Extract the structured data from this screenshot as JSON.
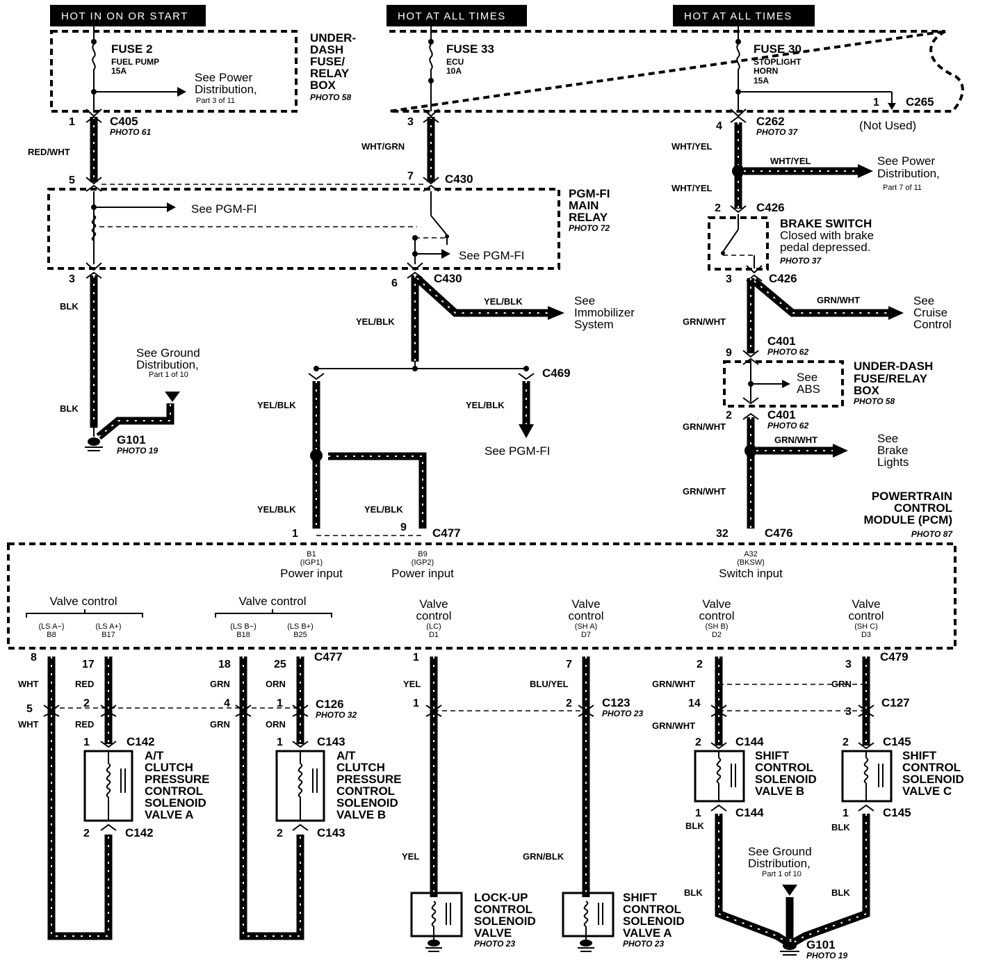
{
  "headers": [
    "HOT IN ON OR START",
    "HOT AT ALL TIMES",
    "HOT AT ALL TIMES"
  ],
  "fuses": [
    {
      "name": "FUSE 2",
      "circuit": "FUEL PUMP",
      "rating": "15A"
    },
    {
      "name": "FUSE 33",
      "circuit": "ECU",
      "rating": "10A"
    },
    {
      "name": "FUSE 30",
      "circuit": "STOPLIGHT",
      "circuit2": "HORN",
      "rating": "15A"
    }
  ],
  "underdash_box": {
    "l1": "UNDER-",
    "l2": "DASH",
    "l3": "FUSE/",
    "l4": "RELAY",
    "l5": "BOX",
    "photo": "PHOTO 58"
  },
  "see_power_1": {
    "l1": "See Power",
    "l2": "Distribution,",
    "l3": "Part 3 of 11"
  },
  "see_power_2": {
    "l1": "See Power",
    "l2": "Distribution,",
    "l3": "Part 7 of 11"
  },
  "c265": {
    "pin": "1",
    "name": "C265",
    "note": "(Not Used)"
  },
  "connectors": {
    "c405": {
      "name": "C405",
      "photo": "PHOTO 61",
      "pin_top": "1",
      "pin_bot": "5"
    },
    "c430": {
      "name": "C430",
      "pin_a": "3",
      "pin_b": "7",
      "pin_c": "3",
      "pin_d": "6"
    },
    "c262": {
      "name": "C262",
      "photo": "PHOTO 37",
      "pin": "4"
    },
    "c426": {
      "name": "C426",
      "pin_top": "2",
      "pin_bot": "3"
    },
    "c401": {
      "name": "C401",
      "photo": "PHOTO 62",
      "pin_top": "9",
      "pin_bot": "2"
    },
    "c469": {
      "name": "C469"
    },
    "c477": {
      "name": "C477",
      "pin_b1": "1",
      "pin_b9": "9"
    },
    "c476": {
      "name": "C476",
      "pin": "32"
    },
    "g101a": {
      "name": "G101",
      "photo": "PHOTO 19"
    },
    "g101b": {
      "name": "G101",
      "photo": "PHOTO 19"
    }
  },
  "wires": {
    "red_wht": "RED/WHT",
    "wht_grn": "WHT/GRN",
    "wht_yel": "WHT/YEL",
    "blk": "BLK",
    "yel_blk": "YEL/BLK",
    "grn_wht": "GRN/WHT",
    "wht": "WHT",
    "red": "RED",
    "grn": "GRN",
    "orn": "ORN",
    "yel": "YEL",
    "blu_yel": "BLU/YEL",
    "grn_blk": "GRN/BLK"
  },
  "pgmfi_relay": {
    "l1": "PGM-FI",
    "l2": "MAIN",
    "l3": "RELAY",
    "photo": "PHOTO 72"
  },
  "see_pgmfi": "See PGM-FI",
  "brake_switch": {
    "title": "BRAKE SWITCH",
    "l1": "Closed with brake",
    "l2": "pedal depressed.",
    "photo": "PHOTO 37"
  },
  "see_immobilizer": {
    "l1": "See",
    "l2": "Immobilizer",
    "l3": "System"
  },
  "see_cruise": {
    "l1": "See",
    "l2": "Cruise",
    "l3": "Control"
  },
  "see_ground": {
    "l1": "See Ground",
    "l2": "Distribution,",
    "l3": "Part 1 of 10"
  },
  "underdash_box2": {
    "l1": "UNDER-DASH",
    "l2": "FUSE/RELAY",
    "l3": "BOX",
    "photo": "PHOTO 58"
  },
  "see_abs": {
    "l1": "See",
    "l2": "ABS"
  },
  "see_brake_lights": {
    "l1": "See",
    "l2": "Brake",
    "l3": "Lights"
  },
  "pcm": {
    "l1": "POWERTRAIN",
    "l2": "CONTROL",
    "l3": "MODULE (PCM)",
    "photo": "PHOTO 87"
  },
  "pcm_inputs": [
    {
      "term": "B1",
      "sig": "(IGP1)",
      "label": "Power input"
    },
    {
      "term": "B9",
      "sig": "(IGP2)",
      "label": "Power input"
    },
    {
      "term": "A32",
      "sig": "(BKSW)",
      "label": "Switch input"
    }
  ],
  "valve_control": "Valve control",
  "valve_word": "Valve",
  "control_word": "control",
  "pcm_outputs": [
    {
      "sig": "(LS A−)",
      "term": "B8"
    },
    {
      "sig": "(LS A+)",
      "term": "B17"
    },
    {
      "sig": "(LS B−)",
      "term": "B18"
    },
    {
      "sig": "(LS B+)",
      "term": "B25"
    },
    {
      "sig": "(LC)",
      "term": "D1"
    },
    {
      "sig": "(SH A)",
      "term": "D7"
    },
    {
      "sig": "(SH B)",
      "term": "D2"
    },
    {
      "sig": "(SH C)",
      "term": "D3"
    }
  ],
  "lower_connectors": {
    "c477": "C477",
    "c126": "C126",
    "c126_photo": "PHOTO 32",
    "c142": "C142",
    "c143": "C143",
    "c123": "C123",
    "c123_photo": "PHOTO 23",
    "c479": "C479",
    "c127": "C127",
    "c144": "C144",
    "c145": "C145"
  },
  "pins": {
    "p8": "8",
    "p17": "17",
    "p18": "18",
    "p25": "25",
    "p1": "1",
    "p7": "7",
    "p2": "2",
    "p3": "3",
    "p5": "5",
    "p4": "4",
    "p14": "14"
  },
  "solenoids": {
    "clutch_a": {
      "l1": "A/T",
      "l2": "CLUTCH",
      "l3": "PRESSURE",
      "l4": "CONTROL",
      "l5": "SOLENOID",
      "l6": "VALVE A"
    },
    "clutch_b": {
      "l1": "A/T",
      "l2": "CLUTCH",
      "l3": "PRESSURE",
      "l4": "CONTROL",
      "l5": "SOLENOID",
      "l6": "VALVE B"
    },
    "shift_b": {
      "l1": "SHIFT",
      "l2": "CONTROL",
      "l3": "SOLENOID",
      "l4": "VALVE B"
    },
    "shift_c": {
      "l1": "SHIFT",
      "l2": "CONTROL",
      "l3": "SOLENOID",
      "l4": "VALVE C"
    },
    "lockup": {
      "l1": "LOCK-UP",
      "l2": "CONTROL",
      "l3": "SOLENOID",
      "l4": "VALVE",
      "photo": "PHOTO 23"
    },
    "shift_a": {
      "l1": "SHIFT",
      "l2": "CONTROL",
      "l3": "SOLENOID",
      "l4": "VALVE A",
      "photo": "PHOTO 23"
    }
  }
}
